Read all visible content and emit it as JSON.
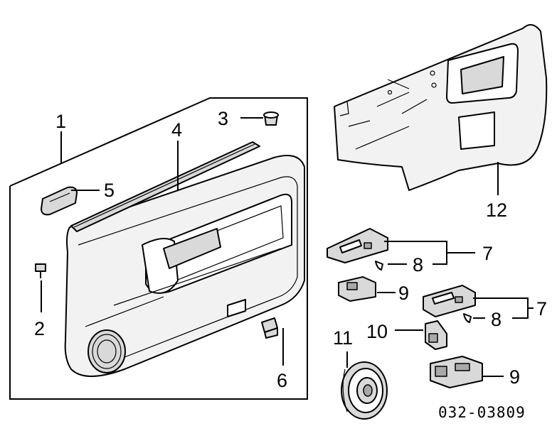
{
  "diagram": {
    "part_code": "032-03809",
    "callouts": {
      "c1": "1",
      "c2": "2",
      "c3": "3",
      "c4": "4",
      "c5": "5",
      "c6": "6",
      "c7a": "7",
      "c7b": "7",
      "c8a": "8",
      "c8b": "8",
      "c9a": "9",
      "c9b": "9",
      "c10": "10",
      "c11": "11",
      "c12": "12"
    }
  }
}
